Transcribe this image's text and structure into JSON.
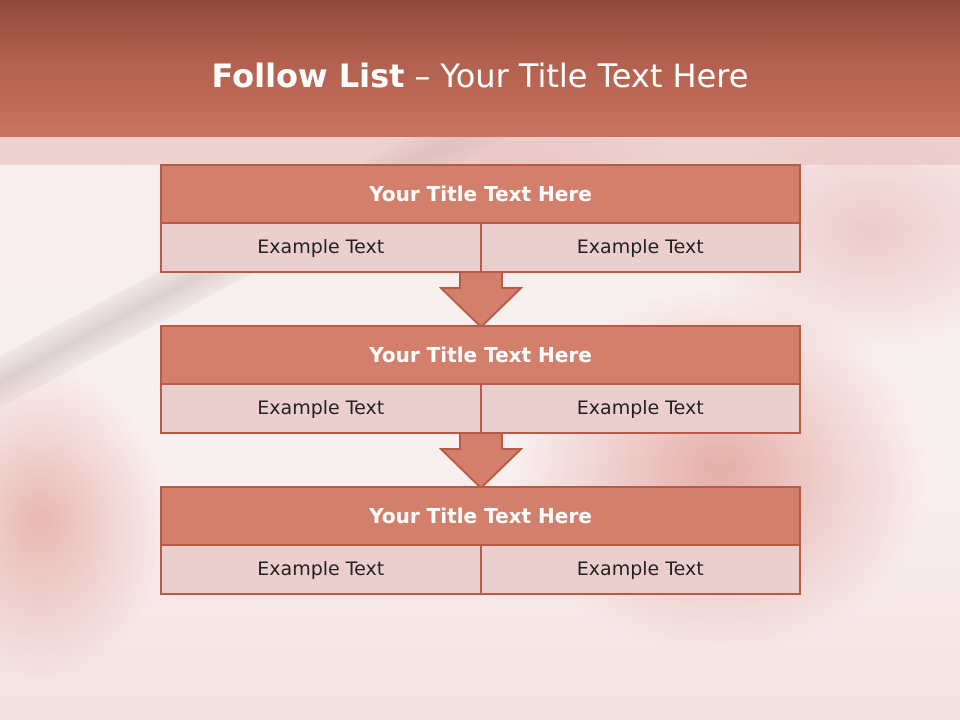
{
  "slide": {
    "title_bold": "Follow List",
    "title_separator": "–",
    "title_rest": "Your Title Text Here"
  },
  "blocks": [
    {
      "title": "Your Title Text Here",
      "left": "Example Text",
      "right": "Example Text"
    },
    {
      "title": "Your Title Text Here",
      "left": "Example Text",
      "right": "Example Text"
    },
    {
      "title": "Your Title Text Here",
      "left": "Example Text",
      "right": "Example Text"
    }
  ],
  "colors": {
    "header": "#b2604f",
    "block_title_fill": "#d2806c",
    "block_cell_fill": "#ebcfcc",
    "block_border": "#b85a46",
    "arrow_fill": "#d2806c"
  }
}
